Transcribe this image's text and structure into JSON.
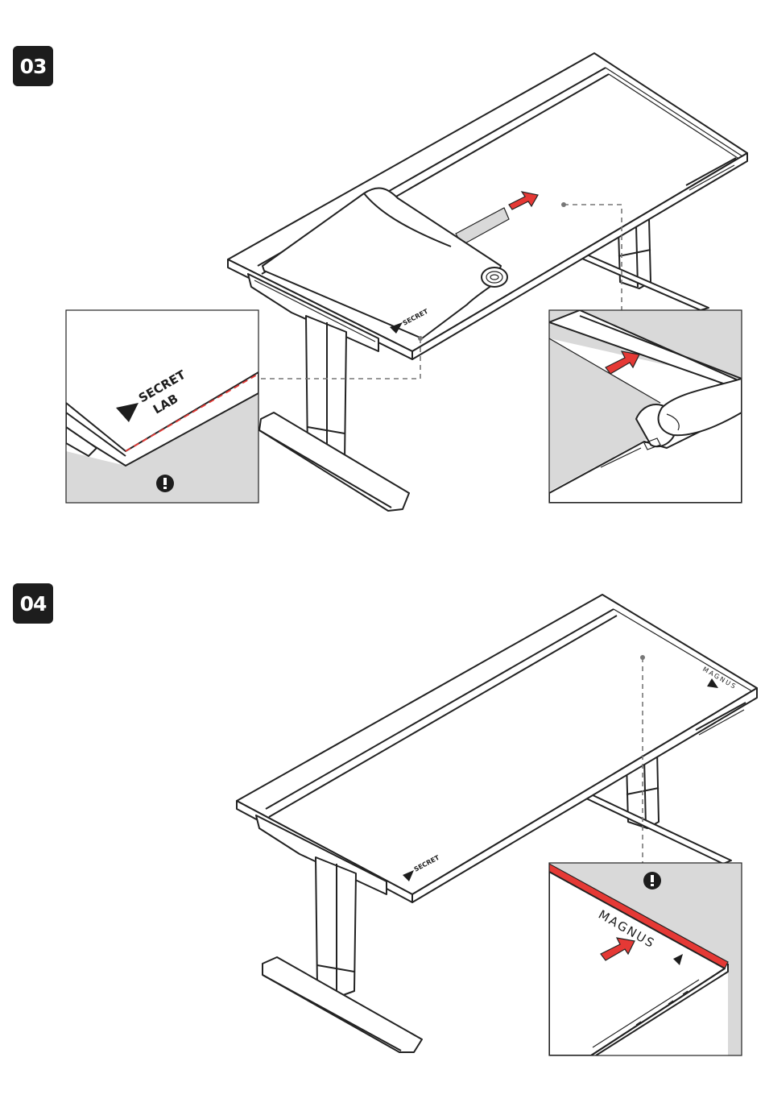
{
  "steps": [
    {
      "number": "03"
    },
    {
      "number": "04"
    }
  ],
  "branding": {
    "mat_logo_line1": "SECRET",
    "mat_logo_line2": "LAB",
    "desk_logo": "MAGNUS"
  },
  "colors": {
    "accent_red": "#e53935",
    "badge_bg": "#1d1d1d",
    "detail_bg": "#d9d9d9"
  },
  "icons": {
    "warning": "exclamation-circle-icon",
    "direction": "red-arrow-icon"
  }
}
